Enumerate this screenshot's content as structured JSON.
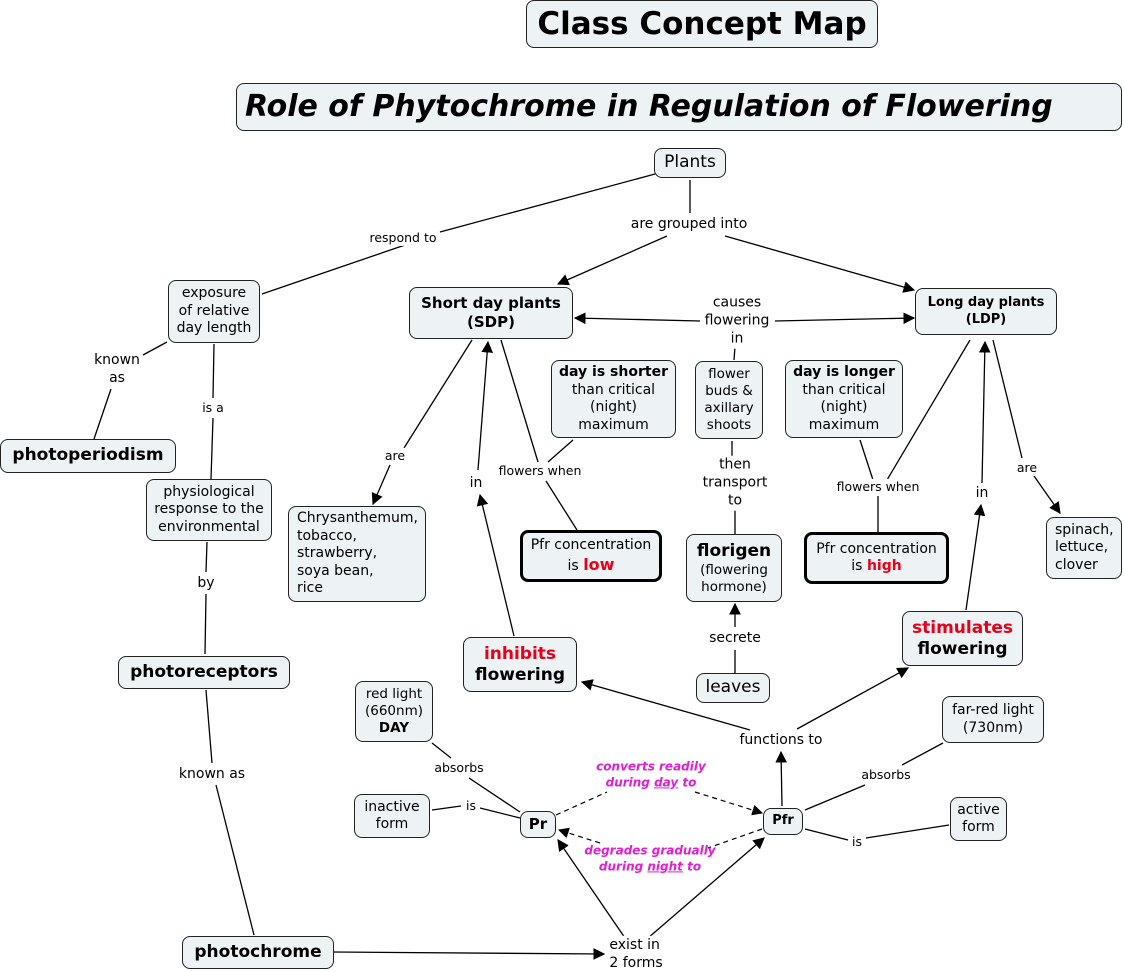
{
  "header": {
    "title": "Class Concept Map",
    "subtitle": "Role of Phytochrome in Regulation of Flowering"
  },
  "colors": {
    "node_fill": "#edf2f4",
    "emphasis_red": "#e8001a",
    "conversion_magenta": "#e020d0"
  },
  "concepts": {
    "plants": "Plants",
    "exposure": [
      "exposure",
      "of relative",
      "day length"
    ],
    "photoperiodism": "photoperiodism",
    "physiological": [
      "physiological",
      "response to the",
      "environmental"
    ],
    "photoreceptors": "photoreceptors",
    "photochrome": "photochrome",
    "sdp": [
      "Short day plants",
      "(SDP)"
    ],
    "ldp": [
      "Long day plants",
      "(LDP)"
    ],
    "sdp_examples": [
      "Chrysanthemum,",
      "tobacco,",
      "strawberry,",
      "soya bean,",
      "rice"
    ],
    "ldp_examples": [
      "spinach,",
      "lettuce,",
      "clover"
    ],
    "day_shorter": {
      "bold": "day is shorter",
      "rest": [
        "than critical",
        "(night)",
        "maximum"
      ]
    },
    "day_longer": {
      "bold": "day is longer",
      "rest": [
        "than critical",
        "(night)",
        "maximum"
      ]
    },
    "flower_buds": [
      "flower",
      "buds &",
      "axillary",
      "shoots"
    ],
    "pfr_low": {
      "text1": "Pfr concentration",
      "text2": "is",
      "emph": "low"
    },
    "pfr_high": {
      "text1": "Pfr concentration",
      "text2": "is",
      "emph": "high"
    },
    "florigen": {
      "bold": "florigen",
      "rest": [
        "(flowering",
        "hormone)"
      ]
    },
    "leaves": "leaves",
    "inhibits": {
      "emph": "inhibits",
      "rest": "flowering"
    },
    "stimulates": {
      "emph": "stimulates",
      "rest": "flowering"
    },
    "red_light": {
      "lines": [
        "red light",
        "(660nm)"
      ],
      "bold": "DAY"
    },
    "far_red_light": [
      "far-red light",
      "(730nm)"
    ],
    "inactive_form": [
      "inactive",
      "form"
    ],
    "active_form": [
      "active",
      "form"
    ],
    "pr": "Pr",
    "pfr": "Pfr"
  },
  "links": {
    "respond_to": "respond to",
    "are_grouped_into": "are grouped into",
    "known_as_1": [
      "known",
      "as"
    ],
    "is_a": "is a",
    "by": "by",
    "known_as_2": "known as",
    "are_sdp": "are",
    "are_ldp": "are",
    "in_sdp": "in",
    "in_ldp": "in",
    "flowers_when_sdp": "flowers when",
    "flowers_when_ldp": "flowers when",
    "causes_flowering_in": [
      "causes",
      "flowering",
      "in"
    ],
    "then_transport_to": [
      "then",
      "transport",
      "to"
    ],
    "secrete": "secrete",
    "functions_to": "functions to",
    "absorbs_pr": "absorbs",
    "absorbs_pfr": "absorbs",
    "is_pr": "is",
    "is_pfr": "is",
    "exist_in": [
      "exist in",
      "2 forms"
    ],
    "converts": {
      "line1": "converts readily",
      "pre": "during",
      "u": "day",
      "post": "to"
    },
    "degrades": {
      "line1": "degrades gradually",
      "pre": "during",
      "u": "night",
      "post": "to"
    }
  }
}
